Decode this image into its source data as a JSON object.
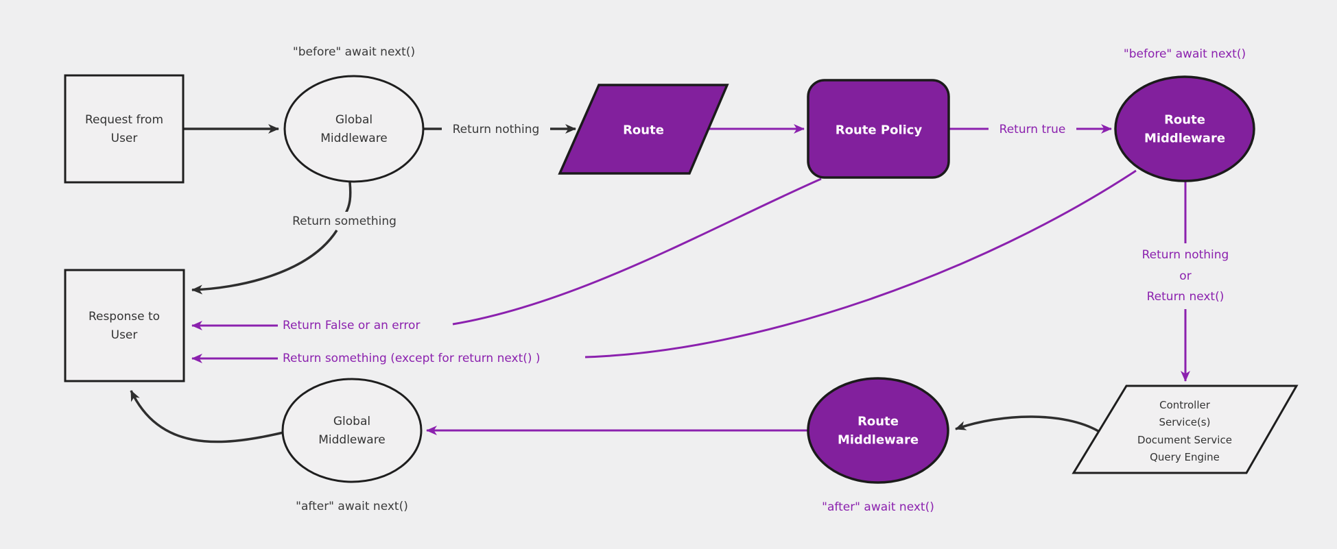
{
  "diagram": {
    "colors": {
      "background": "#efeff0",
      "purple_fill": "#82209d",
      "purple_line": "#8b21ae",
      "black_line": "#2e2e2e",
      "shape_border": "#1b1b1b",
      "dark_text": "#333333",
      "white_text": "#ffffff",
      "light_fill": "#f1f0f1"
    },
    "nodes": {
      "request_user": {
        "line1": "Request from",
        "line2": "User"
      },
      "global_middleware_top": {
        "line1": "Global",
        "line2": "Middleware"
      },
      "route": {
        "label": "Route"
      },
      "route_policy": {
        "label": "Route Policy"
      },
      "route_middleware_top": {
        "line1": "Route",
        "line2": "Middleware"
      },
      "controller": {
        "line1": "Controller",
        "line2": "Service(s)",
        "line3": "Document Service",
        "line4": "Query Engine"
      },
      "route_middleware_bottom": {
        "line1": "Route",
        "line2": "Middleware"
      },
      "global_middleware_bottom": {
        "line1": "Global",
        "line2": "Middleware"
      },
      "response_user": {
        "line1": "Response to",
        "line2": "User"
      }
    },
    "edge_labels": {
      "before_await_global": "\"before\" await next()",
      "before_await_route": "\"before\" await next()",
      "return_nothing": "Return nothing",
      "return_true": "Return true",
      "return_nothing_or_line1": "Return nothing",
      "return_nothing_or_line2": "or",
      "return_nothing_or_line3": "Return next()",
      "return_something": "Return something",
      "return_false_or_error": "Return False or an error",
      "return_something_except": "Return something (except for return next() )",
      "after_await_route": "\"after\" await next()",
      "after_await_global": "\"after\" await next()"
    }
  }
}
